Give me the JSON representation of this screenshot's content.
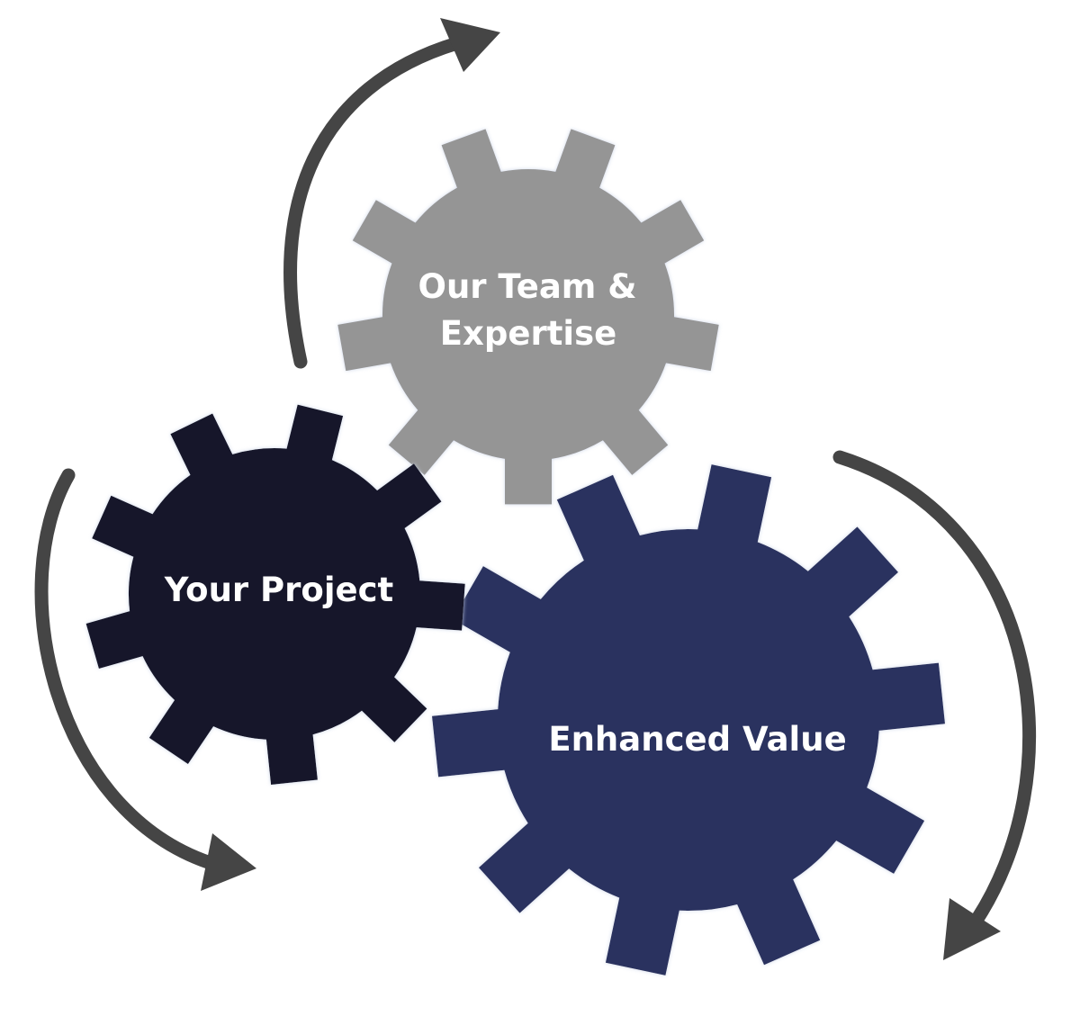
{
  "colors": {
    "background": "#ffffff",
    "team_gear": "#959595",
    "project_gear": "#14172b",
    "value_gear": "#2c315e",
    "arrow": "#454545",
    "label": "#ffffff"
  },
  "gears": {
    "team": {
      "line1": "Our Team &",
      "line2": "Expertise",
      "teeth": 9
    },
    "project": {
      "label": "Your Project",
      "teeth": 9
    },
    "value": {
      "label": "Enhanced Value",
      "teeth": 10
    }
  },
  "arrows": [
    {
      "id": "top",
      "direction": "clockwise"
    },
    {
      "id": "left",
      "direction": "counter-clockwise"
    },
    {
      "id": "right",
      "direction": "clockwise"
    }
  ]
}
